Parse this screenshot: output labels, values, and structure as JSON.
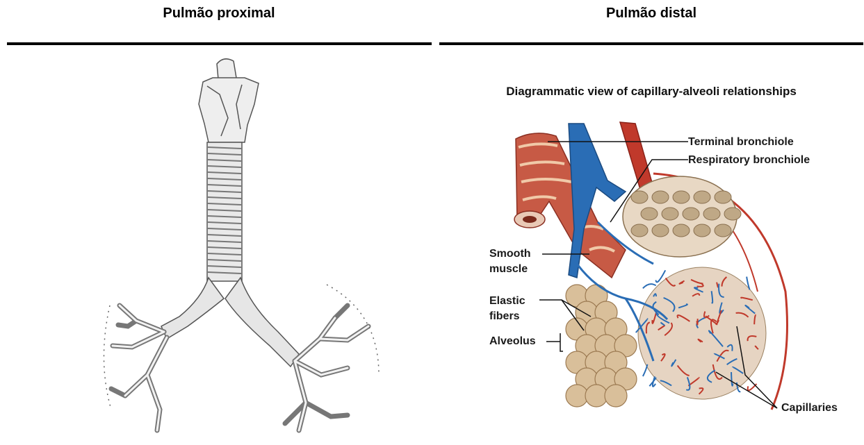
{
  "panels": {
    "left_title": "Pulmão proximal",
    "right_title": "Pulmão distal"
  },
  "diagram": {
    "heading": "Diagrammatic view of capillary-alveoli relationships",
    "labels": {
      "terminal_bronchiole": "Terminal bronchiole",
      "respiratory_bronchiole": "Respiratory  bronchiole",
      "smooth_muscle_1": "Smooth",
      "smooth_muscle_2": "muscle",
      "elastic_fibers_1": "Elastic",
      "elastic_fibers_2": "fibers",
      "alveolus": "Alveolus",
      "capillaries": "Capillaries"
    }
  },
  "colors": {
    "rule": "#000000",
    "artery": "#c0392b",
    "vein": "#2a6db5",
    "alveoli": "#d9bf9a",
    "cartilage": "#d8d8d8"
  }
}
